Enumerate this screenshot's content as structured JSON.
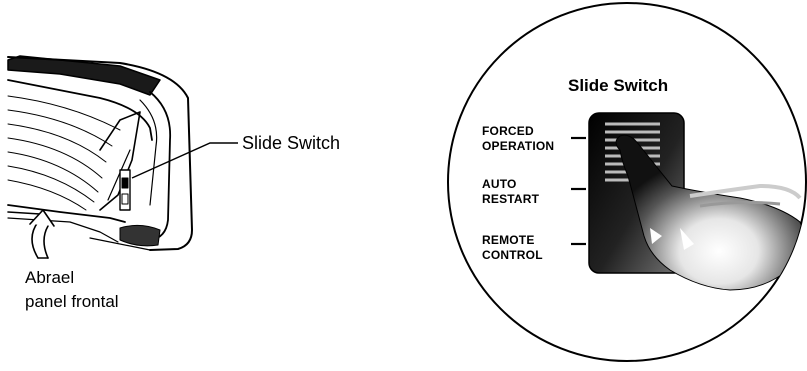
{
  "unit_callout": {
    "slide_switch_label": "Slide Switch",
    "open_panel_line1": "Abrael",
    "open_panel_line2": "panel frontal"
  },
  "detail": {
    "title": "Slide Switch",
    "positions": [
      {
        "line1": "FORCED",
        "line2": "OPERATION"
      },
      {
        "line1": "AUTO",
        "line2": "RESTART"
      },
      {
        "line1": "REMOTE",
        "line2": "CONTROL"
      }
    ]
  }
}
